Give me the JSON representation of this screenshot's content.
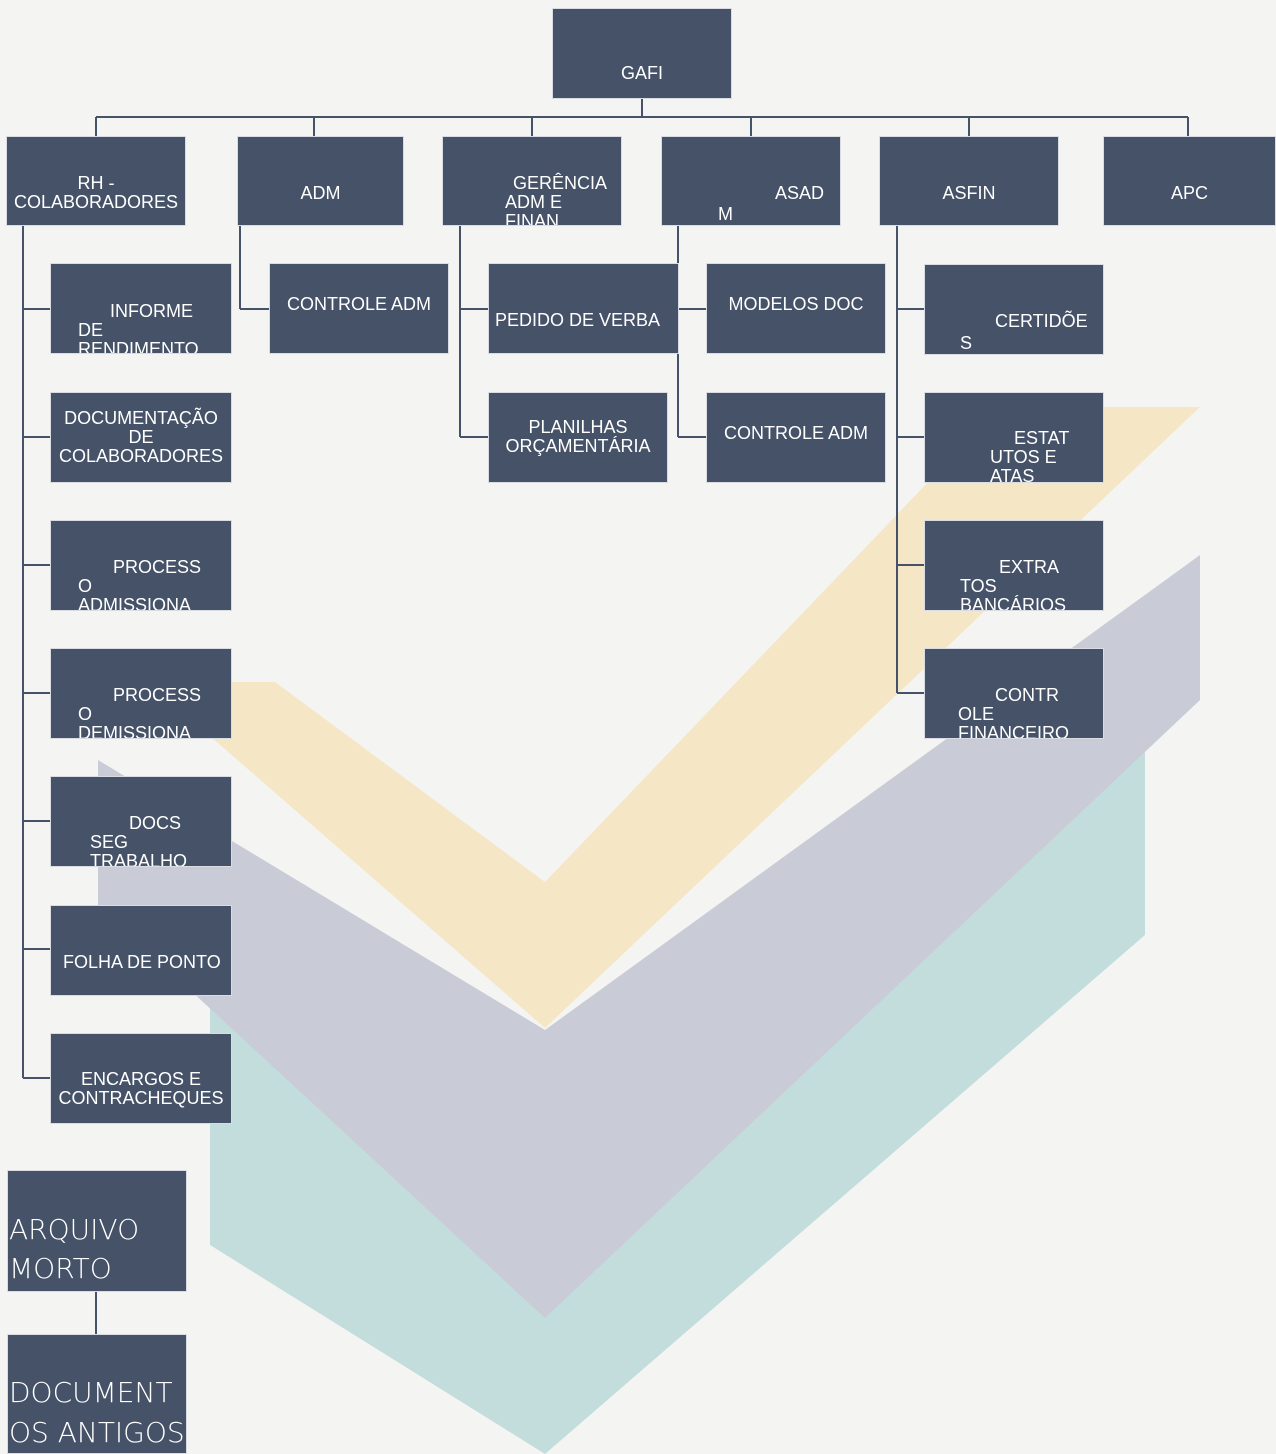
{
  "colors": {
    "box": "#455268",
    "box_border": "#d9dde3",
    "line": "#455268",
    "background": "#f4f4f3",
    "band_yellow": "#f5e6c6",
    "band_lilac": "#c9cbd6",
    "band_teal": "#c3dddc"
  },
  "root": {
    "label": "GAFI"
  },
  "departments": {
    "rh": {
      "lines": [
        "RH -",
        "COLABORADORES"
      ]
    },
    "adm": {
      "label": "ADM"
    },
    "gerencia": {
      "lines": [
        "GERÊNCIA",
        "ADM E",
        "FINAN"
      ]
    },
    "asadm": {
      "lines": [
        "ASAD",
        "M"
      ]
    },
    "asfin": {
      "label": "ASFIN"
    },
    "apc": {
      "label": "APC"
    }
  },
  "rh_items": {
    "informe": {
      "lines": [
        "INFORME",
        "DE",
        "RENDIMENTO"
      ]
    },
    "documentacao": {
      "lines": [
        "DOCUMENTAÇÃO",
        "DE",
        "COLABORADORES"
      ]
    },
    "admissional": {
      "lines": [
        "PROCESS",
        "O",
        "ADMISSIONA"
      ]
    },
    "demissional": {
      "lines": [
        "PROCESS",
        "O",
        "DEMISSIONA"
      ]
    },
    "seg_trabalho": {
      "lines": [
        "DOCS",
        "SEG",
        "TRABALHO"
      ]
    },
    "folha_ponto": {
      "label": "FOLHA DE PONTO"
    },
    "encargos": {
      "lines": [
        "ENCARGOS E",
        "CONTRACHEQUES"
      ]
    }
  },
  "adm_items": {
    "controle_adm": {
      "label": "CONTROLE ADM"
    }
  },
  "gerencia_items": {
    "pedido_verba": {
      "label": "PEDIDO DE VERBA"
    },
    "planilhas": {
      "lines": [
        "PLANILHAS",
        "ORÇAMENTÁRIA"
      ]
    }
  },
  "asadm_items": {
    "modelos_doc": {
      "label": "MODELOS DOC"
    },
    "controle_adm": {
      "label": "CONTROLE ADM"
    }
  },
  "asfin_items": {
    "certidoes": {
      "lines": [
        "CERTIDÕE",
        "S"
      ]
    },
    "estatutos": {
      "lines": [
        "ESTAT",
        "UTOS E",
        "ATAS"
      ]
    },
    "extratos": {
      "lines": [
        "EXTRA",
        "TOS",
        "BANCÁRIOS"
      ]
    },
    "controle_financeiro": {
      "lines": [
        "CONTR",
        "OLE",
        "FINANCEIRO"
      ]
    }
  },
  "archive": {
    "arquivo_morto": {
      "lines": [
        "ARQUIVO",
        "MORTO"
      ]
    },
    "documentos_antigos": {
      "lines": [
        "DOCUMENT",
        "OS ANTIGOS"
      ]
    }
  }
}
